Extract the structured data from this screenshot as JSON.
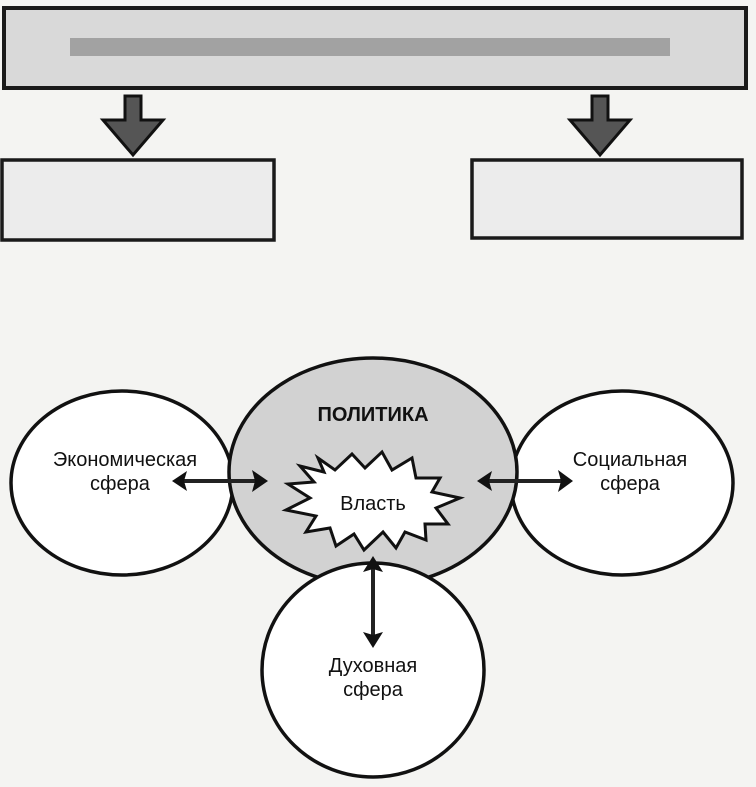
{
  "top_header": {
    "title": ""
  },
  "top_boxes": {
    "left_label": "",
    "right_label": ""
  },
  "caption": "",
  "diagram": {
    "center_title": "ПОЛИТИКА",
    "power": "Власть",
    "economic": [
      "Экономическая",
      "сфера"
    ],
    "social": [
      "Социальная",
      "сфера"
    ],
    "spiritual": [
      "Духовная",
      "сфера"
    ]
  },
  "colors": {
    "ink": "#111111",
    "center_fill": "#d2d2d2",
    "box_fill": "#d9d9d9",
    "paper": "#f4f4f2"
  }
}
